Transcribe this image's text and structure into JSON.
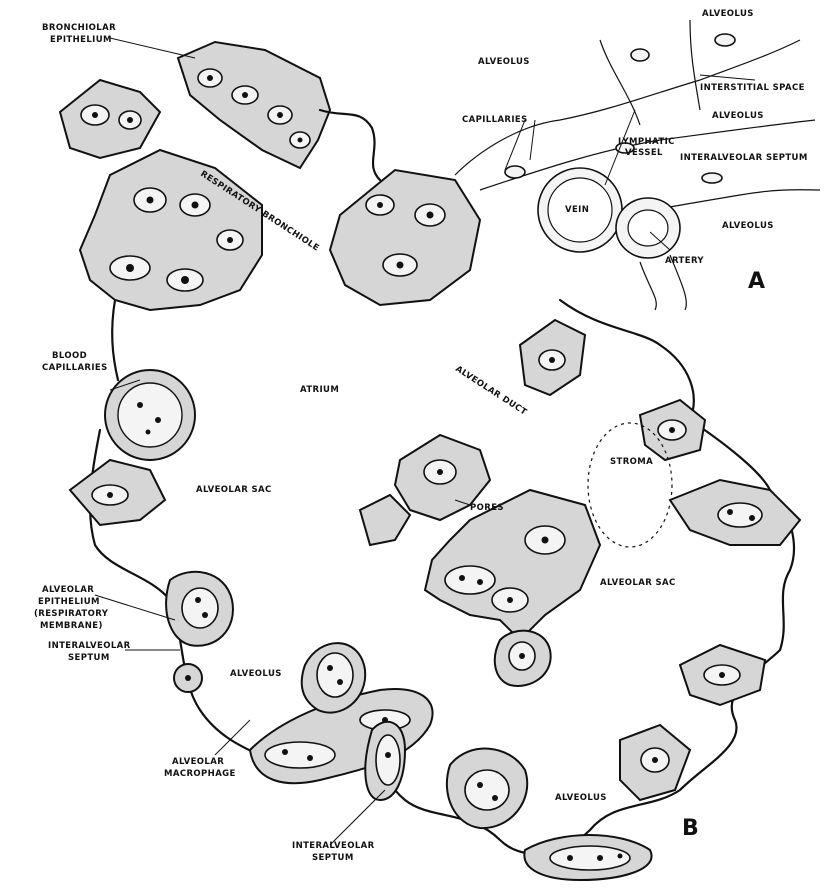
{
  "panels": {
    "a": "A",
    "b": "B"
  },
  "labels": {
    "bronchiolar_epithelium": [
      "BRONCHIOLAR",
      "EPITHELIUM"
    ],
    "alveolus_top": "ALVEOLUS",
    "alveolus_top_right": "ALVEOLUS",
    "interstitial_space": "INTERSTITIAL SPACE",
    "alveolus_right_upper": "ALVEOLUS",
    "capillaries": "CAPILLARIES",
    "lymphatic_vessel": [
      "LYMPHATIC",
      "VESSEL"
    ],
    "interalveolar_septum_top": "INTERALVEOLAR SEPTUM",
    "vein": "VEIN",
    "alveolus_right": "ALVEOLUS",
    "artery": "ARTERY",
    "respiratory_bronchiole": "RESPIRATORY BRONCHIOLE",
    "blood_capillaries": [
      "BLOOD",
      "CAPILLARIES"
    ],
    "atrium": "ATRIUM",
    "alveolar_duct": "ALVEOLAR DUCT",
    "stroma": "STROMA",
    "alveolar_sac_left": "ALVEOLAR SAC",
    "pores": "PORES",
    "alveolar_sac_right": "ALVEOLAR SAC",
    "alveolar_epithelium": [
      "ALVEOLAR",
      "EPITHELIUM",
      "(RESPIRATORY",
      "MEMBRANE)"
    ],
    "interalveolar_septum_left": [
      "INTERALVEOLAR",
      "SEPTUM"
    ],
    "alveolus_mid": "ALVEOLUS",
    "alveolar_macrophage": [
      "ALVEOLAR",
      "MACROPHAGE"
    ],
    "interalveolar_septum_bottom": [
      "INTERALVEOLAR",
      "SEPTUM"
    ],
    "alveolus_bottom": "ALVEOLUS"
  }
}
